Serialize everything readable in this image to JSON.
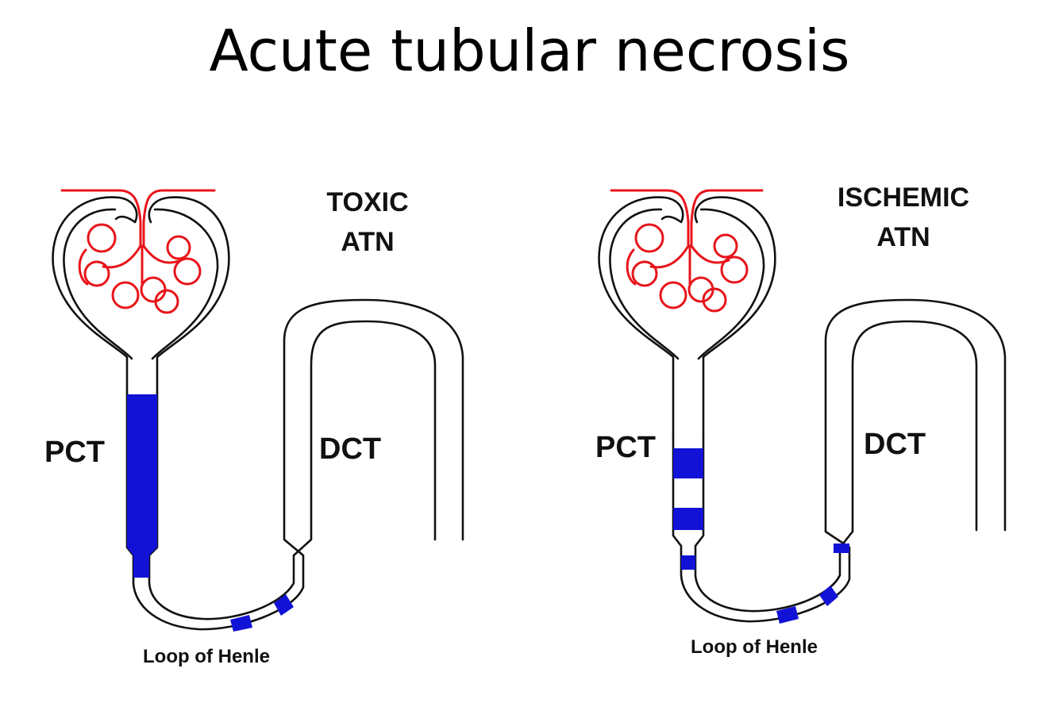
{
  "slide": {
    "title": "Acute tubular necrosis"
  },
  "diagrams": [
    {
      "heading_line1": "TOXIC",
      "heading_line2": "ATN",
      "pct_label": "PCT",
      "dct_label": "DCT",
      "loop_label": "Loop of Henle"
    },
    {
      "heading_line1": "ISCHEMIC",
      "heading_line2": "ATN",
      "pct_label": "PCT",
      "dct_label": "DCT",
      "loop_label": "Loop of Henle"
    }
  ],
  "colors": {
    "capillary": "#e8141b",
    "necrosis": "#1212d6",
    "outline": "#111111"
  }
}
